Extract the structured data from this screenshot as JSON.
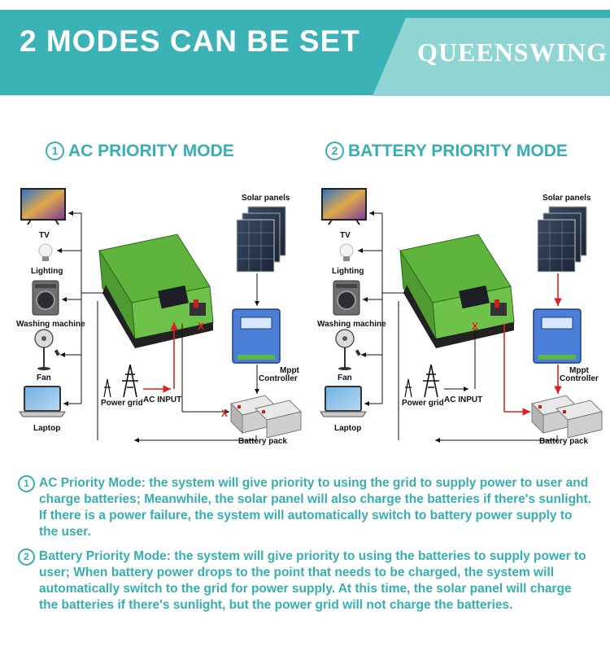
{
  "header": {
    "title": "2 MODES CAN BE SET",
    "brand": "QUEENSWING"
  },
  "modes": [
    {
      "number": "①",
      "title": "AC PRIORITY MODE",
      "labels": {
        "tv": "TV",
        "lighting": "Lighting",
        "washing": "Washing machine",
        "fan": "Fan",
        "laptop": "Laptop",
        "solar": "Solar panels",
        "mppt": "Mppt",
        "controller": "Controller",
        "grid": "Power grid",
        "ac_input": "AC INPUT",
        "battery": "Battery pack"
      }
    },
    {
      "number": "②",
      "title": "BATTERY PRIORITY MODE",
      "labels": {
        "tv": "TV",
        "lighting": "Lighting",
        "washing": "Washing machine",
        "fan": "Fan",
        "laptop": "Laptop",
        "solar": "Solar panels",
        "mppt": "Mppt",
        "controller": "Controller",
        "grid": "Power grid",
        "ac_input": "AC INPUT",
        "battery": "Battery pack"
      }
    }
  ],
  "descriptions": [
    {
      "number": "①",
      "text": "AC Priority Mode: the system will give priority to using the grid to supply power to user and charge batteries; Meanwhile, the solar panel will also charge the batteries if there's sunlight. If there is a power failure, the system will automatically switch to battery power supply to the user."
    },
    {
      "number": "②",
      "text": "Battery Priority Mode: the system will give priority to using the batteries to supply power to user; When battery power drops to the point that needs to be charged, the system will automatically switch to the grid for power supply. At this time, the solar panel will charge the batteries if there's sunlight, but the power grid will not charge the batteries."
    }
  ],
  "colors": {
    "accent": "#37aeb2",
    "header": "#3bb3b6",
    "header_light": "#8fd5d4",
    "inverter": "#6ec24a",
    "mppt": "#4a7fd8",
    "active_line": "#e02020"
  }
}
